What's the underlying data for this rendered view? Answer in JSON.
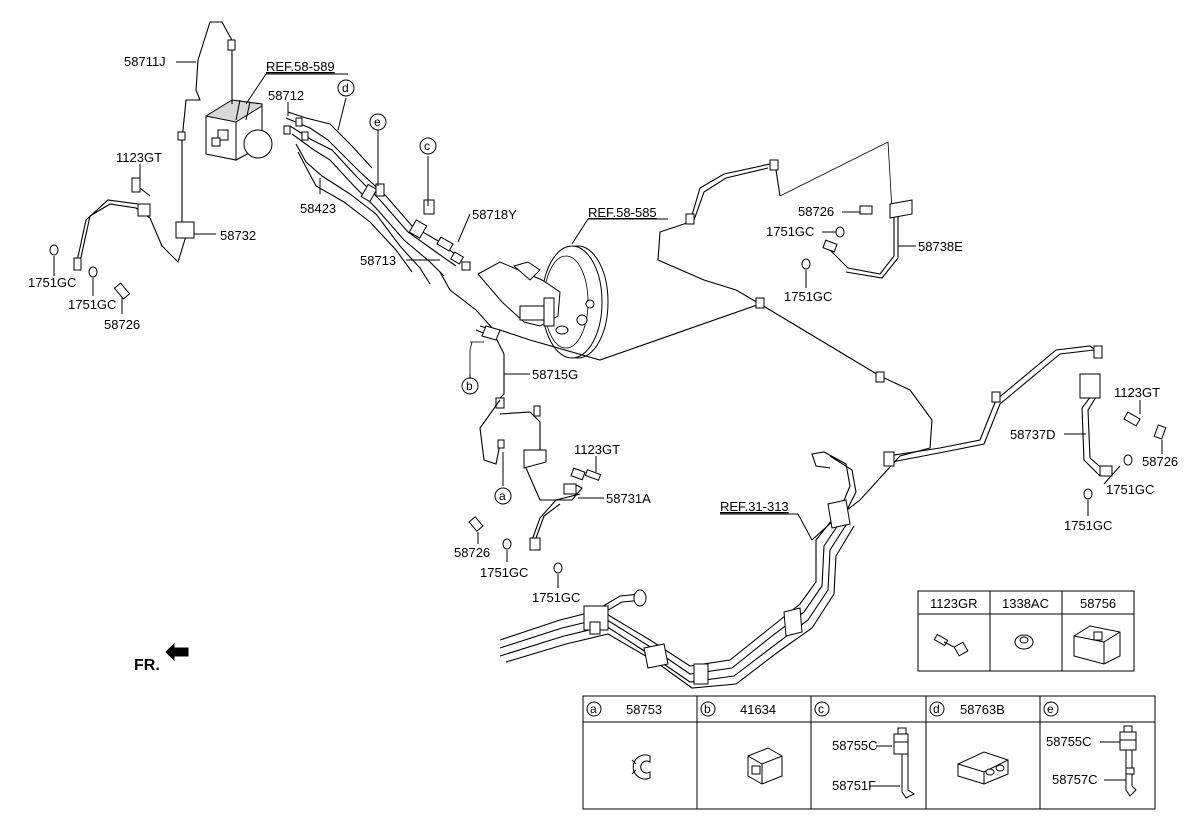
{
  "labels": {
    "p58711J": "58711J",
    "ref58589": "REF.58-589",
    "p58712": "58712",
    "p1123GT_a": "1123GT",
    "p58732": "58732",
    "p1751GC_a": "1751GC",
    "p1751GC_b": "1751GC",
    "p58726_a": "58726",
    "p58423": "58423",
    "p58718Y": "58718Y",
    "p58713": "58713",
    "ref58585": "REF.58-585",
    "p58715G": "58715G",
    "p1123GT_b": "1123GT",
    "p58731A": "58731A",
    "p58726_b": "58726",
    "p1751GC_c": "1751GC",
    "p1751GC_d": "1751GC",
    "p58726_c": "58726",
    "p1751GC_e": "1751GC",
    "p58738E": "58738E",
    "p1751GC_f": "1751GC",
    "p1123GT_c": "1123GT",
    "p58737D": "58737D",
    "p58726_d": "58726",
    "p1751GC_g": "1751GC",
    "p1751GC_h": "1751GC",
    "ref31313": "REF.31-313",
    "fr": "FR."
  },
  "callouts": {
    "a": "a",
    "b": "b",
    "c": "c",
    "d": "d",
    "e": "e"
  },
  "table_small": {
    "headers": [
      "1123GR",
      "1338AC",
      "58756"
    ]
  },
  "table_bottom": {
    "cols": [
      {
        "letter": "a",
        "part": "58753",
        "sub": []
      },
      {
        "letter": "b",
        "part": "41634",
        "sub": []
      },
      {
        "letter": "c",
        "part": "",
        "sub": [
          "58755C",
          "58751F"
        ]
      },
      {
        "letter": "d",
        "part": "58763B",
        "sub": []
      },
      {
        "letter": "e",
        "part": "",
        "sub": [
          "58755C",
          "58757C"
        ]
      }
    ]
  }
}
